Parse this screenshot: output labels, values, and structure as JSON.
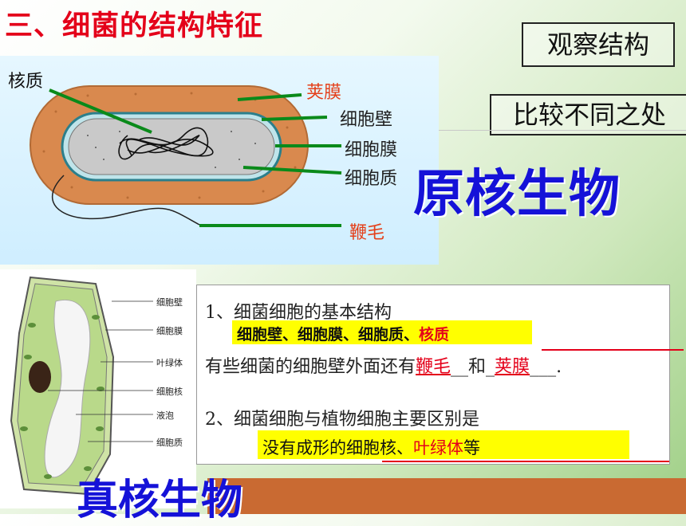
{
  "title": "三、细菌的结构特征",
  "observe_label": "观察结构",
  "compare_label": "比较不同之处",
  "prokaryote_label": "原核生物",
  "eukaryote_label": "真核生物",
  "bacteria_labels": {
    "nucleoid": "核质",
    "capsule": "荚膜",
    "cell_wall": "细胞壁",
    "cell_membrane": "细胞膜",
    "cytoplasm": "细胞质",
    "flagellum": "鞭毛"
  },
  "plant_labels": {
    "cell_wall": "细胞壁",
    "cell_membrane": "细胞膜",
    "chloroplast": "叶绿体",
    "nucleus": "细胞核",
    "vacuole": "液泡",
    "cytoplasm": "细胞质"
  },
  "text": {
    "q1": "1、细菌细胞的基本结构",
    "a1_black": "细胞壁、细胞膜、细胞质、",
    "a1_red": "核质",
    "q1b_prefix": "有些细菌的细胞壁外面还有",
    "q1b_blank1": "鞭毛",
    "q1b_and": "和",
    "q1b_blank2": "荚膜",
    "q1b_end": ".",
    "q2": "2、细菌细胞与植物细胞主要区别是",
    "a2_black": "没有成形的细胞核、",
    "a2_red": "叶绿体",
    "a2_tail": "等"
  },
  "colors": {
    "title_red": "#e4001a",
    "accent_blue": "#1512d8",
    "highlight_yellow": "#ffff00",
    "pointer_green": "#0a8a1a"
  }
}
